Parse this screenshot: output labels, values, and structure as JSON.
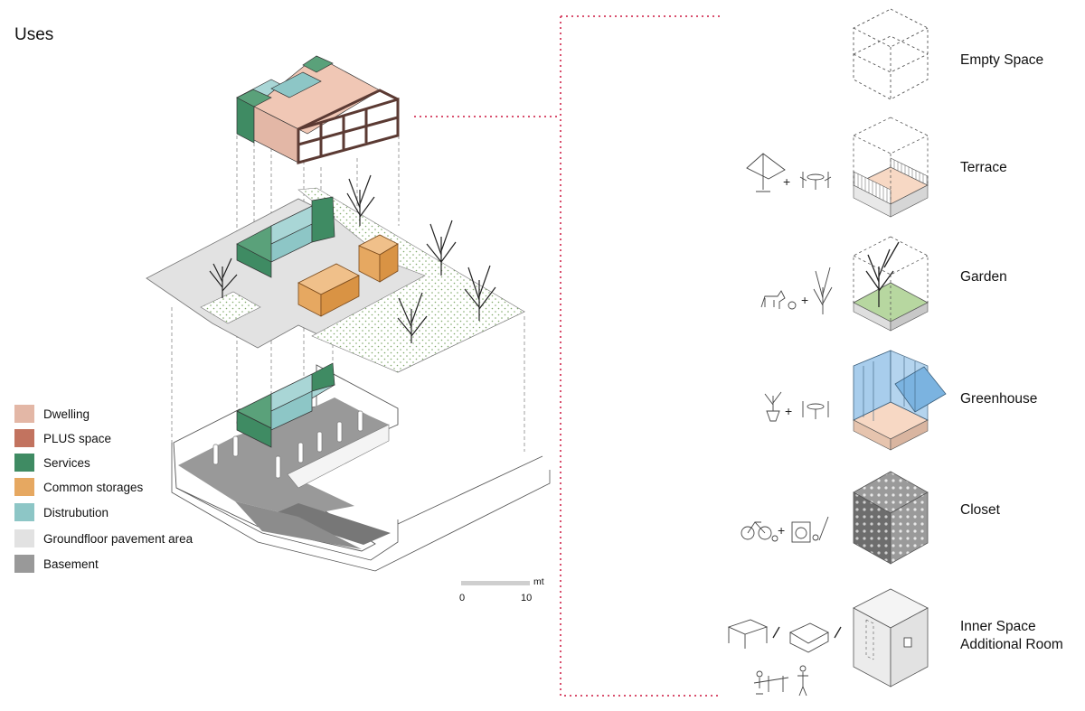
{
  "title": "Uses",
  "legend": [
    {
      "label": "Dwelling",
      "color": "#e3b7a6"
    },
    {
      "label": "PLUS space",
      "color": "#c2735f"
    },
    {
      "label": "Services",
      "color": "#3f8b63"
    },
    {
      "label": "Common storages",
      "color": "#e6a861"
    },
    {
      "label": "Distrubution",
      "color": "#8dc6c6"
    },
    {
      "label": "Groundfloor pavement area",
      "color": "#e2e2e2"
    },
    {
      "label": "Basement",
      "color": "#999999"
    }
  ],
  "scale": {
    "unit": "mt",
    "start": "0",
    "end": "10"
  },
  "uses": [
    {
      "label": "Empty Space",
      "icon": "empty-cube-icon"
    },
    {
      "label": "Terrace",
      "icon": "terrace-icon"
    },
    {
      "label": "Garden",
      "icon": "garden-icon"
    },
    {
      "label": "Greenhouse",
      "icon": "greenhouse-icon"
    },
    {
      "label": "Closet",
      "icon": "closet-icon"
    },
    {
      "label": "Inner Space\nAdditional Room",
      "label_line1": "Inner Space",
      "label_line2": "Additional Room",
      "icon": "inner-room-icon"
    }
  ],
  "colors": {
    "connector": "#d9506e",
    "garden": "#b7d7a0",
    "glass": "#a8cdec",
    "terrace": "#f7d8c4"
  }
}
